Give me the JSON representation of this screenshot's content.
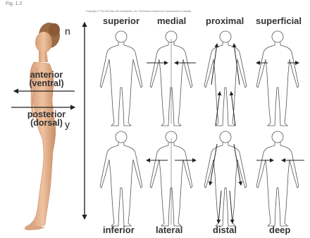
{
  "figure_label": "Fig. 1.2",
  "copyright": "Copyright © The McGraw-Hill Companies, Inc. Permission required for reproduction or display.",
  "edge_letters": {
    "top": "n",
    "bottom": "y"
  },
  "side_labels": {
    "anterior": "anterior",
    "anterior_sub": "(ventral)",
    "posterior": "posterior",
    "posterior_sub": "(dorsal)"
  },
  "terms_top": [
    "superior",
    "medial",
    "proximal",
    "superficial"
  ],
  "terms_bottom": [
    "inferior",
    "lateral",
    "distal",
    "deep"
  ],
  "colors": {
    "skin": "#e8b894",
    "skin_shade": "#c98d68",
    "hair": "#9a6a45",
    "outline": "#555555",
    "text": "#333333"
  }
}
